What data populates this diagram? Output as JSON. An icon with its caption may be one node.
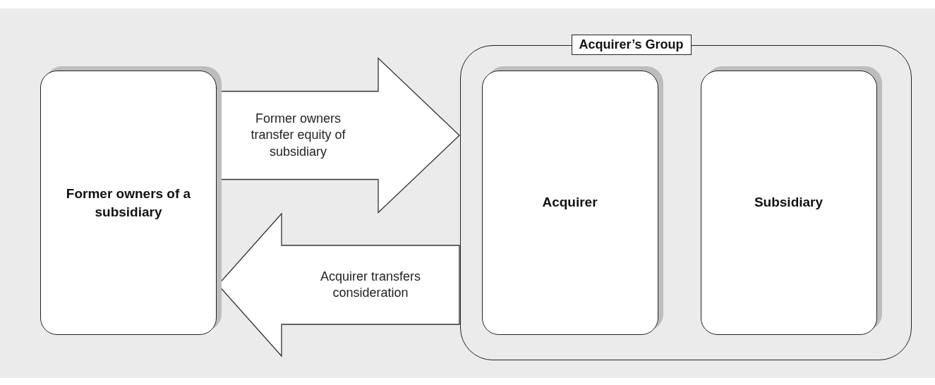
{
  "diagram": {
    "nodes": [
      {
        "text": [
          "Former owners of a subsidiary"
        ]
      },
      {
        "text": [
          "Acquirer’s Group"
        ]
      },
      {
        "text": [
          "Acquirer"
        ],
        "in": 1
      },
      {
        "text": [
          "Subsidiary"
        ],
        "in": 1
      }
    ],
    "edges": [
      {
        "from": 0,
        "to": 1,
        "arrow": "to",
        "label": "Former owners transfer equity of subsidiary"
      },
      {
        "from": 1,
        "to": 0,
        "arrow": "to",
        "label": "Acquirer transfers consideration"
      }
    ]
  }
}
